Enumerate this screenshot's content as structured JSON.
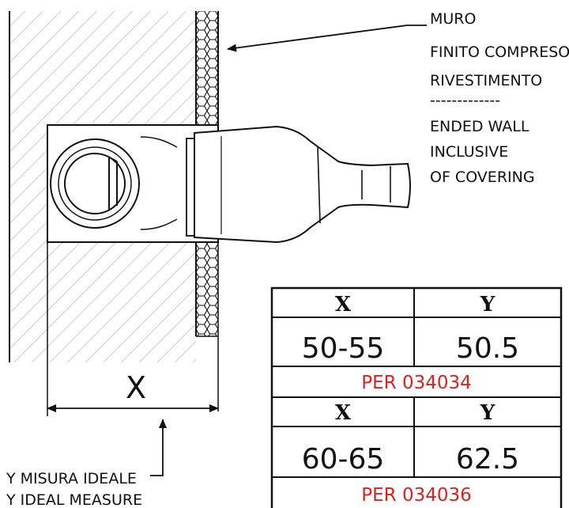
{
  "callout_wall": {
    "it_line1": "MURO",
    "it_line2": "FINITO COMPRESO",
    "it_line3": "RIVESTIMENTO",
    "separator": "-------------",
    "en_line1": "ENDED WALL",
    "en_line2": "INCLUSIVE",
    "en_line3": "OF COVERING"
  },
  "dimension": {
    "x_label": "X",
    "y_label_it": "Y MISURA IDEALE",
    "y_label_en": "Y IDEAL MEASURE"
  },
  "table": {
    "rows": [
      {
        "col_x_header": "X",
        "col_y_header": "Y",
        "x_value": "50-55",
        "y_value": "50.5",
        "code": "PER 034034"
      },
      {
        "col_x_header": "X",
        "col_y_header": "Y",
        "x_value": "60-65",
        "y_value": "62.5",
        "code": "PER 034036"
      }
    ]
  },
  "colors": {
    "line": "#111111",
    "code_text": "#e0201c",
    "hatch": "#aaaaaa"
  }
}
